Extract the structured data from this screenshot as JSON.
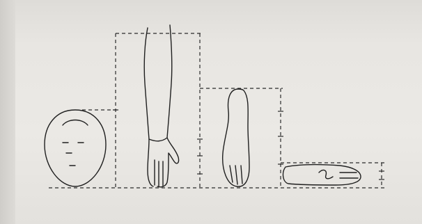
{
  "figure": {
    "description_label": "",
    "parts": [
      {
        "name": "head"
      },
      {
        "name": "arm"
      },
      {
        "name": "foot-sole"
      },
      {
        "name": "foot-side"
      }
    ]
  }
}
